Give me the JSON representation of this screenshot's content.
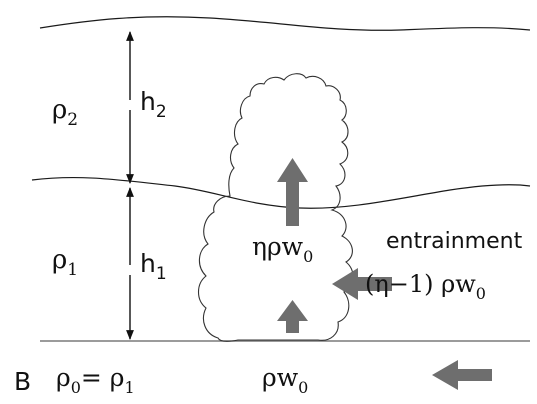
{
  "figure": {
    "panel_label": "B",
    "upper_layer": {
      "density": "ρ",
      "density_sub": "2",
      "thickness": "h",
      "thickness_sub": "2"
    },
    "lower_layer": {
      "density": "ρ",
      "density_sub": "1",
      "thickness": "h",
      "thickness_sub": "1"
    },
    "ground": {
      "lhs": "ρ",
      "lhs_sub": "0",
      "equals": "= ρ",
      "rhs_sub": "1"
    },
    "plume_top_flux": {
      "eta": "η",
      "text": "ρw",
      "sub": "0"
    },
    "entrainment": {
      "label": "entrainment",
      "expr": "(η−1) ρw",
      "expr_sub": "0"
    },
    "source_flux": {
      "text": "ρw",
      "sub": "0"
    },
    "colors": {
      "arrow": "#6e6e6e",
      "line": "#1a1a1a"
    }
  }
}
